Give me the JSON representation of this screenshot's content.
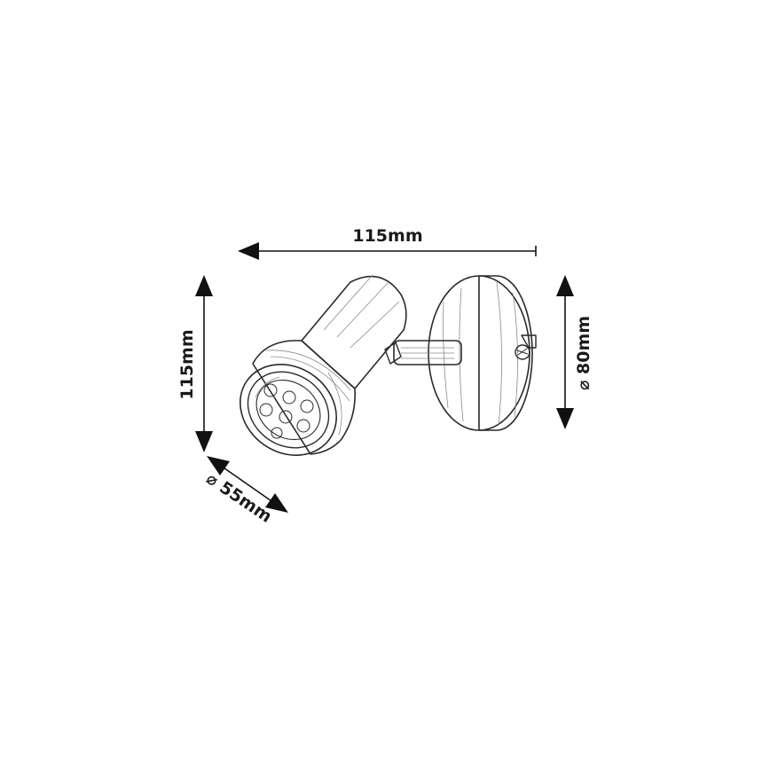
{
  "dimensions": {
    "width_label": "115mm",
    "height_label": "115mm",
    "base_diameter_label": "⌀ 80mm",
    "head_diameter_label": "⌀ 55mm"
  },
  "colors": {
    "ink": "#2a2a2a",
    "shade": "#8a8a8a",
    "background": "#ffffff"
  }
}
